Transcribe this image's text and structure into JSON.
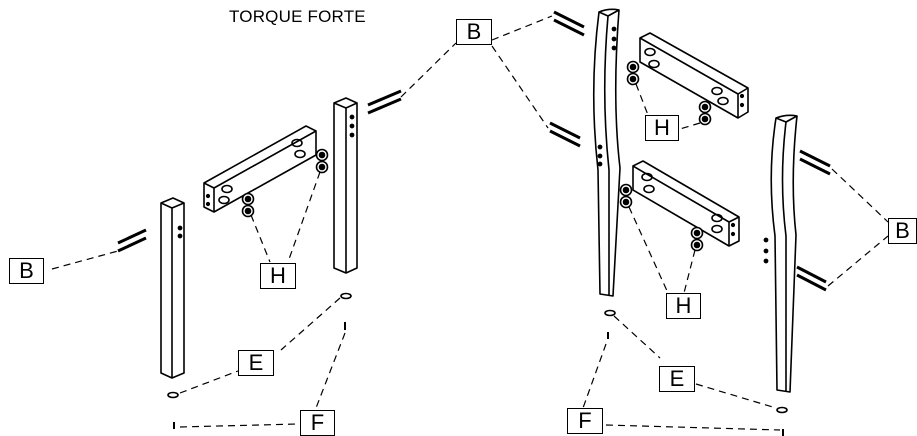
{
  "diagram": {
    "title": "TORQUE FORTE",
    "labels": {
      "b_top": "B",
      "b_left": "B",
      "b_right": "B",
      "h_left": "H",
      "h_right_top": "H",
      "h_right_bottom": "H",
      "e_left": "E",
      "e_right": "E",
      "f_left": "F",
      "f_right": "F"
    }
  }
}
